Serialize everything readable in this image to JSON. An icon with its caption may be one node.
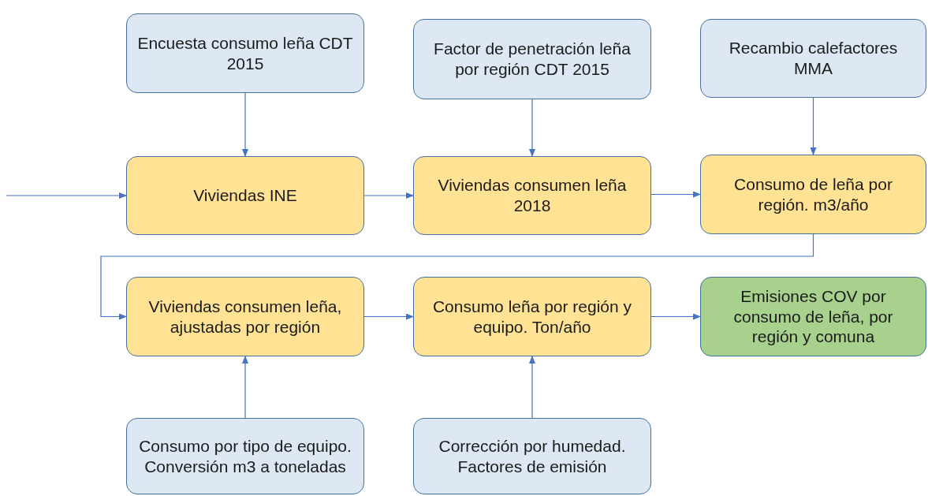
{
  "diagram": {
    "nodes": [
      {
        "text": [
          "Encuesta consumo leña CDT 2015"
        ]
      },
      {
        "text": [
          "Factor de penetración leña por región CDT 2015"
        ]
      },
      {
        "text": [
          "Recambio calefactores MMA"
        ]
      },
      {
        "text": [
          "Viviendas INE"
        ]
      },
      {
        "text": [
          "Viviendas consumen leña 2018"
        ]
      },
      {
        "text": [
          "Consumo de leña por región. m3/año"
        ]
      },
      {
        "text": [
          "Viviendas consumen leña, ajustadas por región"
        ]
      },
      {
        "text": [
          "Consumo leña por región y equipo. Ton/año"
        ]
      },
      {
        "text": [
          "Emisiones COV por consumo de leña, por región y comuna"
        ]
      },
      {
        "text": [
          "Consumo por tipo de equipo. Conversión m3 a toneladas"
        ]
      },
      {
        "text": [
          "Corrección por humedad. Factores de emisión"
        ]
      }
    ],
    "edges": [
      {
        "from": null,
        "to": 3,
        "arrow": "to"
      },
      {
        "from": 0,
        "to": 3,
        "arrow": "to"
      },
      {
        "from": 1,
        "to": 4,
        "arrow": "to"
      },
      {
        "from": 2,
        "to": 5,
        "arrow": "to"
      },
      {
        "from": 3,
        "to": 4,
        "arrow": "to"
      },
      {
        "from": 4,
        "to": 5,
        "arrow": "to"
      },
      {
        "from": 5,
        "to": 6,
        "arrow": "to"
      },
      {
        "from": 6,
        "to": 7,
        "arrow": "to"
      },
      {
        "from": 7,
        "to": 8,
        "arrow": "to"
      },
      {
        "from": 9,
        "to": 6,
        "arrow": "to"
      },
      {
        "from": 10,
        "to": 7,
        "arrow": "to"
      }
    ]
  }
}
